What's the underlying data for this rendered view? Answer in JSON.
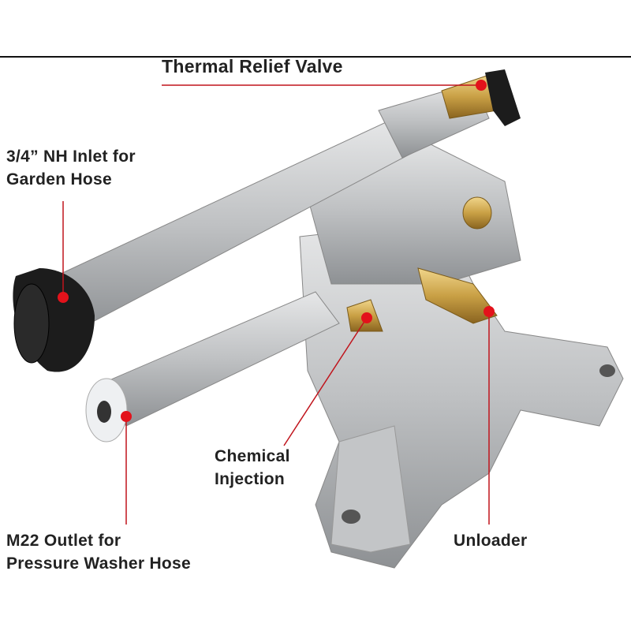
{
  "labels": {
    "thermal_relief_valve": "Thermal Relief Valve",
    "inlet_line1": "3/4” NH Inlet for",
    "inlet_line2": "Garden Hose",
    "outlet_line1": "M22 Outlet for",
    "outlet_line2": "Pressure Washer Hose",
    "chemical_line1": "Chemical",
    "chemical_line2": "Injection",
    "unloader": "Unloader"
  },
  "colors": {
    "callout": "#c0141c",
    "aluminum": "#c8cacc",
    "brass": "#c9a045",
    "rubber": "#1c1c1c"
  }
}
